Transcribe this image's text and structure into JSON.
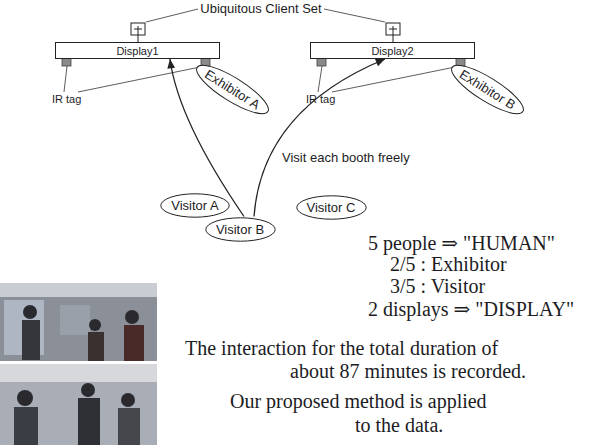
{
  "diagram": {
    "nodes": [
      {
        "text": [
          "Display1"
        ]
      },
      {
        "text": [
          "Display2"
        ]
      },
      {
        "text": [
          "Exhibitor A"
        ]
      },
      {
        "text": [
          "Exhibitor B"
        ]
      },
      {
        "text": [
          "Visitor A"
        ]
      },
      {
        "text": [
          "Visitor B"
        ]
      },
      {
        "text": [
          "Visitor C"
        ]
      }
    ],
    "edges": [
      {
        "from": 5,
        "to": 0,
        "arrow": "to"
      },
      {
        "from": 5,
        "to": 1,
        "arrow": "to",
        "label": "Visit each booth freely"
      }
    ],
    "labels": [
      "Ubiquitous Client Set",
      "IR tag",
      "IR tag",
      "5 people ⇒ \"HUMAN\"",
      "2/5 : Exhibitor",
      "3/5 : Visitor",
      "2 displays ⇒ \"DISPLAY\"",
      "The interaction for the total duration of",
      "about 87 minutes is recorded.",
      "Our proposed method is applied",
      "to the data."
    ]
  }
}
